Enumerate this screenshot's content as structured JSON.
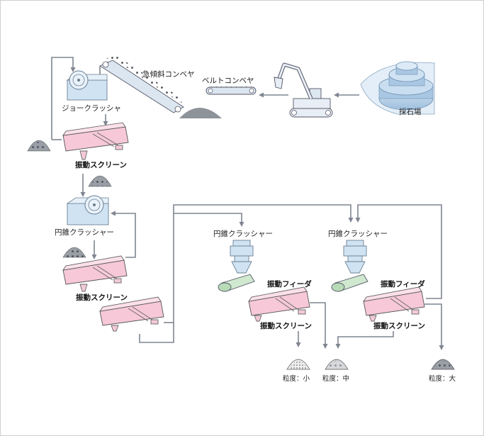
{
  "labels": {
    "quarry": "採石場",
    "belt_conveyor": "ベルトコンベヤ",
    "steep_conveyor": "急傾斜コンベヤ",
    "jaw_crusher": "ジョークラッシャ",
    "screen1": "振動スクリーン",
    "cone_crusher1": "円錐クラッシャー",
    "screen2": "振動スクリーン",
    "cone_crusher2": "円錐クラッシャー",
    "cone_crusher3": "円錐クラッシャー",
    "feeder2": "振動フィーダ",
    "feeder3": "振動フィーダ",
    "screen3": "振動スクリーン",
    "screen4": "振動スクリーン",
    "size_small": "粒度：小",
    "size_medium": "粒度：中",
    "size_large": "粒度：大"
  },
  "colors": {
    "flow": "#7f8590",
    "screen": "#f6c8d8",
    "machine": "#cfe3f3",
    "feeder": "#cfe8cf",
    "gravel_dark": "#3a3d44",
    "quarry": "#b9d3ea"
  },
  "icons": [
    "excavator-icon",
    "quarry-icon",
    "gravel-pile-icon",
    "crusher-icon",
    "screen-icon"
  ]
}
